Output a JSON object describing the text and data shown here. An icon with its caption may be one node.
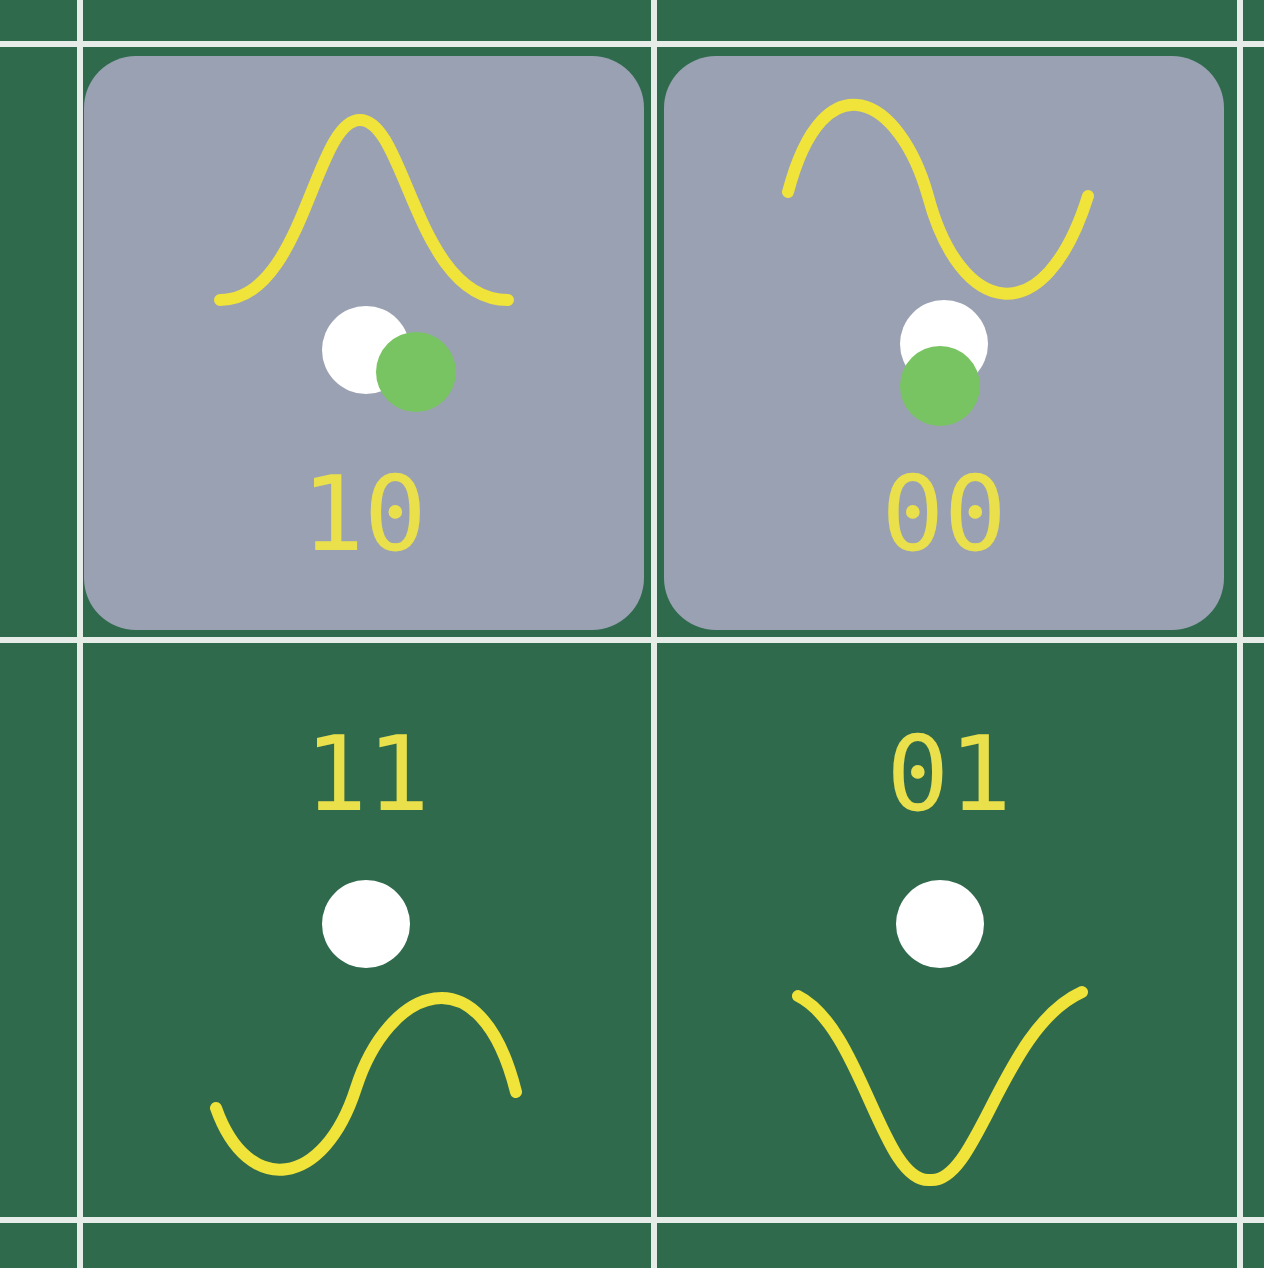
{
  "diagram": {
    "nodes": [
      {
        "text": [
          "10"
        ]
      },
      {
        "text": [
          "00"
        ]
      },
      {
        "text": [
          "11"
        ]
      },
      {
        "text": [
          "01"
        ]
      }
    ]
  }
}
